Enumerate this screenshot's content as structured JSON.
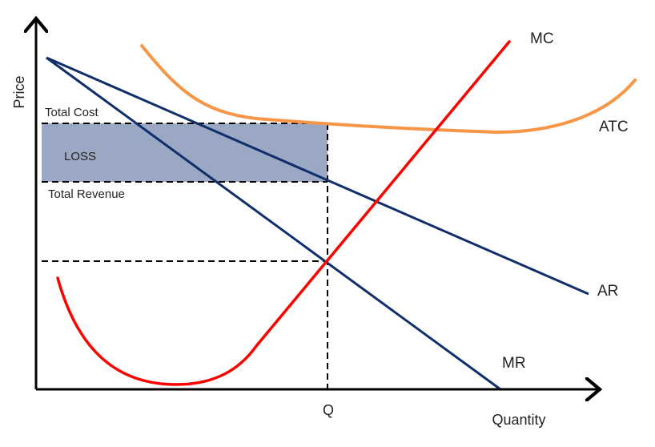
{
  "axes": {
    "x_label": "Quantity",
    "y_label": "Price",
    "q_tick": "Q"
  },
  "labels": {
    "mc": "MC",
    "atc": "ATC",
    "ar": "AR",
    "mr": "MR",
    "total_cost": "Total Cost",
    "total_revenue": "Total Revenue",
    "loss": "LOSS"
  },
  "colors": {
    "axis": "#000000",
    "mc": "#ff0000",
    "atc": "#f79646",
    "demand": "#102e6b",
    "loss_fill": "#9aa8c3",
    "guides": "#000000"
  }
}
